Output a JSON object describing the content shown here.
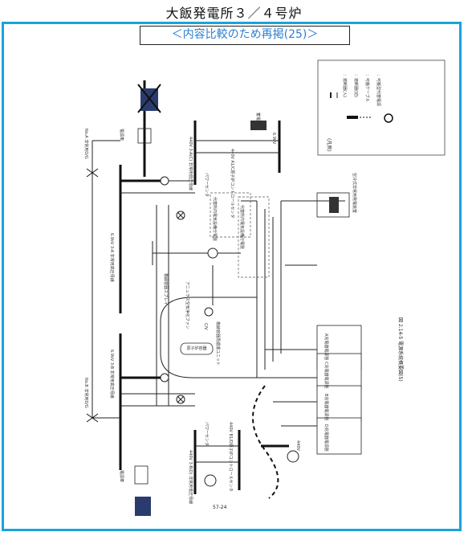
{
  "header": {
    "title": "大飯発電所３／４号炉",
    "banner": "＜内容比較のため再掲(25)＞"
  },
  "diagram": {
    "caption": "図 2.14-5 電源系統概要図(5)",
    "page_number": "57-24",
    "legend": {
      "title": "(凡例)",
      "items": [
        "：遮断器(入)",
        "：遮断器(切)",
        "：可搬ケーブル",
        "：可搬型代替電源"
      ]
    },
    "labels": {
      "bus_a": "6.9kV 3-A 非常用高圧母線",
      "bus_b": "6.9kV 3-B 非常用高圧母線",
      "pc_a": "440V 3-A(C) 非常用低圧母線",
      "pc_b": "440V 3-B(D) 非常用低圧母線",
      "cc_a": "440V A1/C原子炉コントロールセンタ",
      "cc_b": "440V B1/D原子炉コントロールセンタ",
      "power_center_a": "パワーセンタ",
      "power_center_b": "パワーセンタ",
      "dg_a": "No.A 非常用D/G",
      "dg_b": "No.B 非常用D/G",
      "emergency_gen_a": "電源車",
      "emergency_gen_b": "電源車",
      "dc_panel": "代替所内電気設備分電盤",
      "dc_panel2": "代替所内電気設備分電盤",
      "battery": "蓄電池",
      "pump": "空冷式非常用発電装置",
      "rx_vessel": "原子炉容器",
      "rx_cooling": "格納容器スプレイ",
      "cv_label": "C/V",
      "aux_pump": "アニュラス空気浄化ファン",
      "cv_spray": "格納容器再循環ユニット",
      "load1": "A充電器電源盤",
      "load2": "C充電器電源盤",
      "load3": "B充電器電源盤",
      "load4": "D充電器電源盤",
      "mv_label": "6.9kV",
      "lv_label": "440V"
    }
  }
}
